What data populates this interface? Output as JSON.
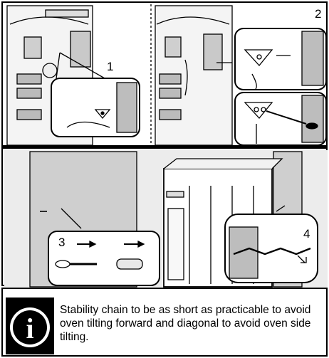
{
  "steps": {
    "step1": "1",
    "step2": "2",
    "step3": "3",
    "step4": "4"
  },
  "note": {
    "icon": "info-icon",
    "icon_glyph": "i",
    "text": "Stability chain to be as short as practicable to avoid oven tilting forward and diagonal to avoid oven side tilting."
  }
}
